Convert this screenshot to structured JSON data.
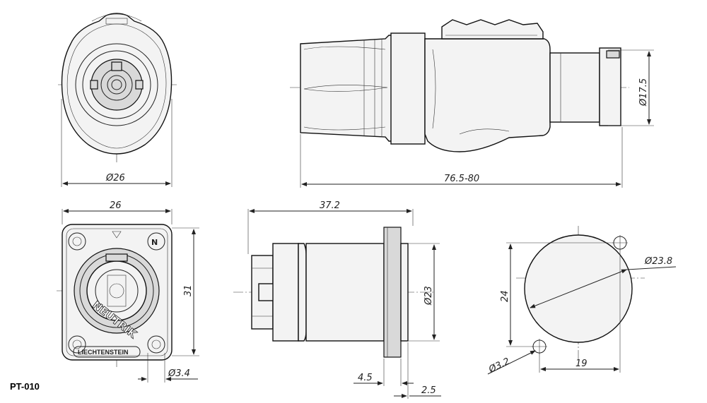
{
  "part_number": "PT-010",
  "dimensions": {
    "front_diameter": "Ø26",
    "overall_length": "76.5-80",
    "rear_diameter": "Ø17.5",
    "flange_width": "26",
    "flange_height": "31",
    "mount_hole": "Ø3.4",
    "socket_depth": "37.2",
    "socket_diameter": "Ø23",
    "flange_thickness": "4.5",
    "panel_offset": "2.5",
    "cutout_diameter": "Ø23.8",
    "hole_spacing_vertical": "24",
    "hole_spacing_horizontal": "19",
    "cutout_hole": "Ø3.2"
  },
  "markings": {
    "brand": "NEUTRIK",
    "made_in": "LIECHTENSTEIN"
  }
}
